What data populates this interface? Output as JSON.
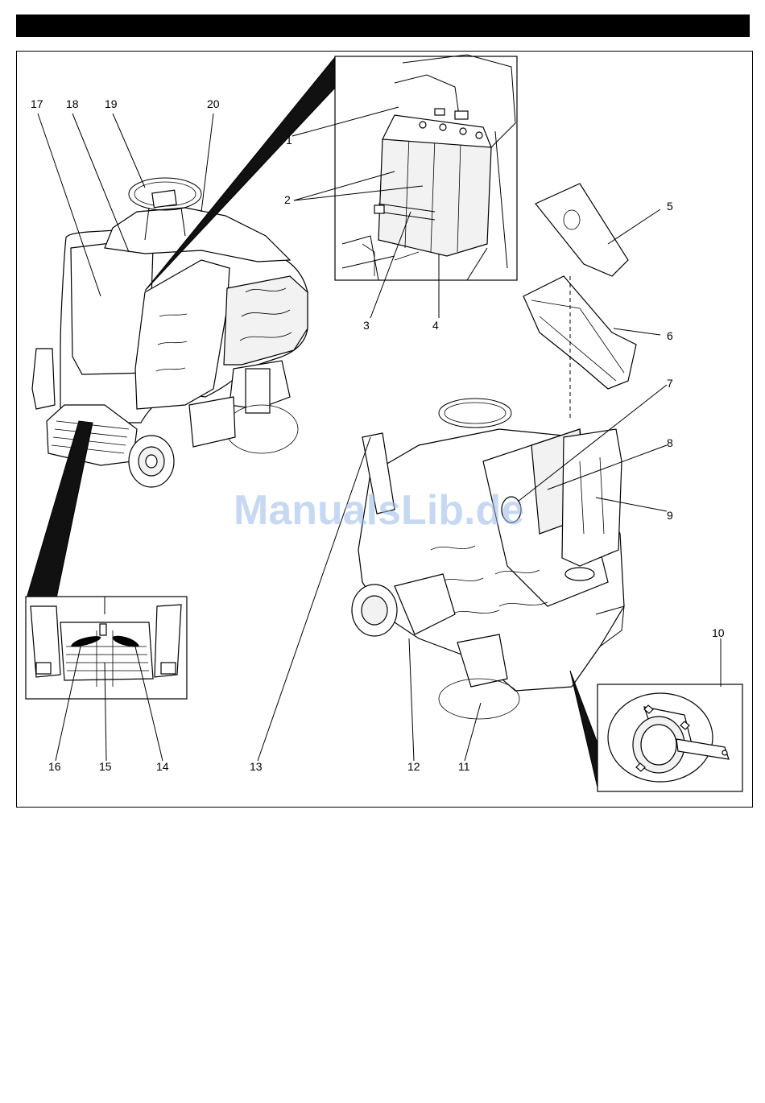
{
  "watermark": "ManualsLib.de",
  "callouts": {
    "c1": "1",
    "c2": "2",
    "c3": "3",
    "c4": "4",
    "c5": "5",
    "c6": "6",
    "c7": "7",
    "c8": "8",
    "c9": "9",
    "c10": "10",
    "c11": "11",
    "c12": "12",
    "c13": "13",
    "c14": "14",
    "c15": "15",
    "c16": "16",
    "c17": "17",
    "c18": "18",
    "c19": "19",
    "c20": "20"
  },
  "colors": {
    "header_bar": "#000000",
    "watermark": "#9bbbe8"
  }
}
